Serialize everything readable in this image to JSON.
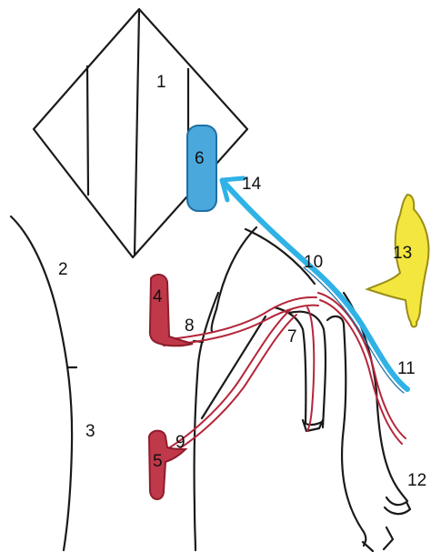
{
  "diagram": {
    "labels": {
      "l1": "1",
      "l2": "2",
      "l3": "3",
      "l4": "4",
      "l5": "5",
      "l6": "6",
      "l7": "7",
      "l8": "8",
      "l9": "9",
      "l10": "10",
      "l11": "11",
      "l12": "12",
      "l13": "13",
      "l14": "14"
    },
    "colors": {
      "outline": "#1a1a1a",
      "red_fill": "#c0394a",
      "red_stroke": "#8e1d2c",
      "red_line": "#b5263a",
      "blue_fill": "#4aa8dc",
      "blue_stroke": "#1f6fa5",
      "blue_line": "#2fb2e6",
      "yellow_fill": "#f3e63f",
      "yellow_stroke": "#9a8d18"
    }
  }
}
